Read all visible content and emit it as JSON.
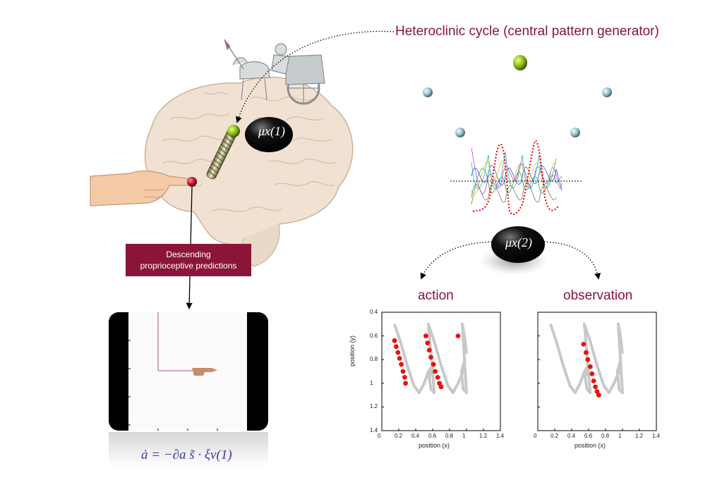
{
  "labels": {
    "heteroclinic": "Heteroclinic cycle (central pattern generator)",
    "descending_line1": "Descending",
    "descending_line2": "proprioceptive predictions",
    "action": "action",
    "observation": "observation",
    "mu1": "μx(1)",
    "mu2": "μx(2)",
    "equation": "ȧ = −∂a s̃ · ξv(1)"
  },
  "plots": {
    "xlabel": "position (x)",
    "ylabel": "position (y)",
    "xticks": [
      "0",
      "0.2",
      "0.4",
      "0.6",
      "0.8",
      "1",
      "1.2",
      "1.4"
    ],
    "yticks": [
      "0.4",
      "0.6",
      "0.8",
      "1",
      "1.2",
      "1.4"
    ]
  },
  "colors": {
    "accent": "#8a1538",
    "node_active": "#9ac21a",
    "node_idle": "#9fc6cc",
    "trajectory": "#c8c8c8",
    "dots": "#e8120c",
    "equation": "#3b3b9a"
  },
  "icons": [
    "brain-illustration",
    "pointing-hand-icon",
    "charioteer-illustration",
    "spring-icon"
  ]
}
